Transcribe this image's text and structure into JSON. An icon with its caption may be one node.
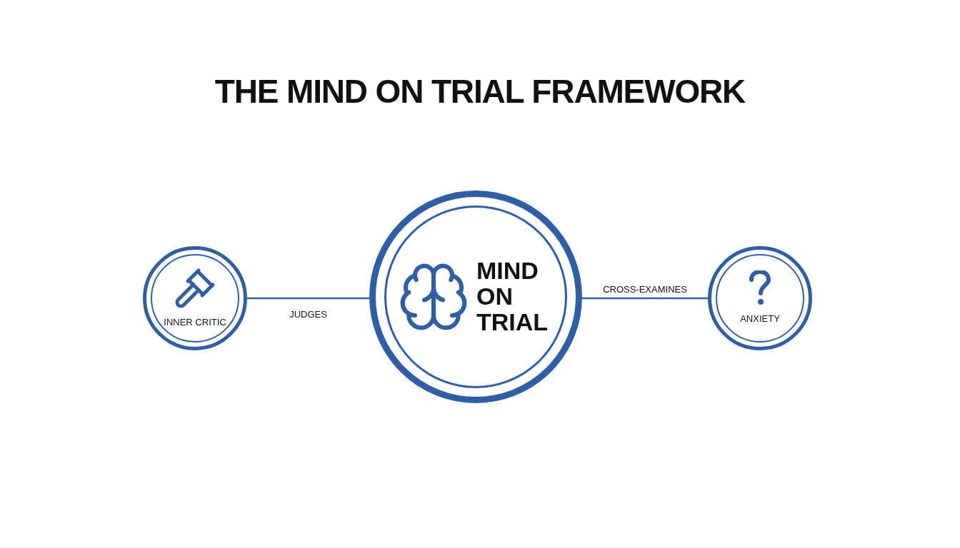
{
  "diagram": {
    "title": "THE MIND ON TRIAL FRAMEWORK",
    "nodes": [
      {
        "text": [
          "INNER CRITIC"
        ]
      },
      {
        "text": [
          "MIND ON TRIAL"
        ]
      },
      {
        "text": [
          "ANXIETY"
        ]
      }
    ],
    "edges": [
      {
        "from": 0,
        "to": 1,
        "arrow": "none",
        "label": "JUDGES"
      },
      {
        "from": 1,
        "to": 2,
        "arrow": "none",
        "label": "CROSS-EXAMINES"
      }
    ]
  }
}
